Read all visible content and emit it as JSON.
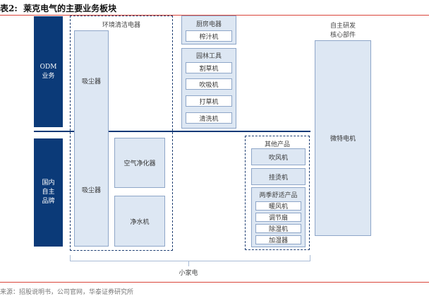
{
  "title": "表2:  莱克电气的主要业务板块",
  "rows": {
    "odm": "ODM\n业务",
    "domestic": "国内\n自主\n品牌"
  },
  "env_cleaning": {
    "label": "环境清洁电器",
    "vacuum_odm": "吸尘器",
    "vacuum_domestic": "吸尘器",
    "air_purifier": "空气净化器",
    "water_purifier": "净水机"
  },
  "kitchen": {
    "label": "厨房电器",
    "items": [
      "榨汁机"
    ]
  },
  "garden": {
    "label": "园林工具",
    "items": [
      "割草机",
      "吹吸机",
      "打草机",
      "清洗机"
    ]
  },
  "other": {
    "label": "其他产品",
    "items": [
      "吹风机",
      "挂烫机"
    ],
    "comfort": {
      "label": "两季舒适产品",
      "items": [
        "暖风机",
        "调节扇",
        "除湿机",
        "加湿器"
      ]
    }
  },
  "core": {
    "label1": "自主研发",
    "label2": "核心部件",
    "motor": "微特电机"
  },
  "small_appliance": "小家电",
  "source": "来源：招股说明书，公司官网，华泰证券研究所"
}
